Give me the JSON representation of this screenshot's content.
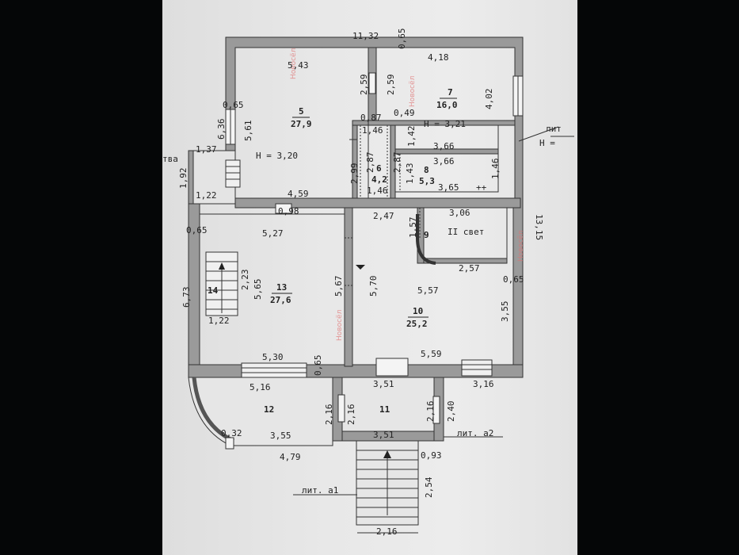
{
  "dims": {
    "top_overall": "11,32",
    "top_wall_right": "0,65",
    "room5_top": "5,43",
    "room7_top": "4,18",
    "left_wall_upper": "0,65",
    "left_upper": "6,36",
    "room5_side": "5,61",
    "room5_mid": "2,59",
    "room7_mid": "2,59",
    "room7_side": "4,02",
    "wall_087": "0,87",
    "wall_049": "0,49",
    "room6_top": "1,46",
    "room8_side_top": "1,42",
    "room8_width_top": "3,66",
    "room8_width_mid": "3,66",
    "room6_left": "2,99",
    "room6_inner_left": "2,87",
    "room6_inner_right": "2,87",
    "room8_left": "1,43",
    "room8_right": "1,46",
    "room6_bottom": "1,46",
    "room8_bottom": "3,65",
    "porch_top": "1,37",
    "porch_side": "1,92",
    "porch_bottom": "1,22",
    "room5_bottom": "4,59",
    "right_overall": "13,15",
    "wall_098": "0,98",
    "room13_top": "5,27",
    "left_wall_lower": "0,65",
    "corridor_top": "2,47",
    "room9_side": "1,57",
    "room9_top": "3,06",
    "room9_bottom": "2,57",
    "left_lower": "6,73",
    "stair_len": "2,23",
    "room13_side": "5,65",
    "room13_right": "5,67",
    "room10_left": "5,70",
    "room10_top": "5,57",
    "right_wall_lower": "0,65",
    "room10_right": "3,55",
    "stair_width": "1,22",
    "room13_bottom": "5,30",
    "wall_065_bottom": "0,65",
    "room10_bottom": "5,59",
    "room12_top": "5,16",
    "room11_top": "3,51",
    "stair_right_width": "3,16",
    "room11_left": "2,16",
    "room11_left_inner": "2,16",
    "room11_right": "2,16",
    "room11_right_outer": "2,40",
    "room12_corner": "0,32",
    "room12_bottom": "3,55",
    "room11_bottom": "3,51",
    "terrace_bottom": "4,79",
    "step_wall": "0,93",
    "stair_ext_len": "2,54",
    "stair_ext_width": "2,16"
  },
  "rooms": [
    {
      "num": "5",
      "area": "27,9"
    },
    {
      "num": "7",
      "area": "16,0"
    },
    {
      "num": "6",
      "area": "4,2"
    },
    {
      "num": "8",
      "area": "5,3"
    },
    {
      "num": "13",
      "area": "27,6"
    },
    {
      "num": "10",
      "area": "25,2"
    },
    {
      "num": "14"
    },
    {
      "num": "9"
    },
    {
      "num": "12"
    },
    {
      "num": "11"
    }
  ],
  "labels": {
    "height_5": "H = 3,20",
    "height_7": "H = 3,21",
    "second_light": "II свет",
    "lit_right_1": "лит",
    "lit_right_2": "H =",
    "lit_a1": "лит. а1",
    "lit_a2": "лит. а2",
    "left_edge": "тва",
    "plus": "++"
  },
  "watermark": "Новосёл"
}
